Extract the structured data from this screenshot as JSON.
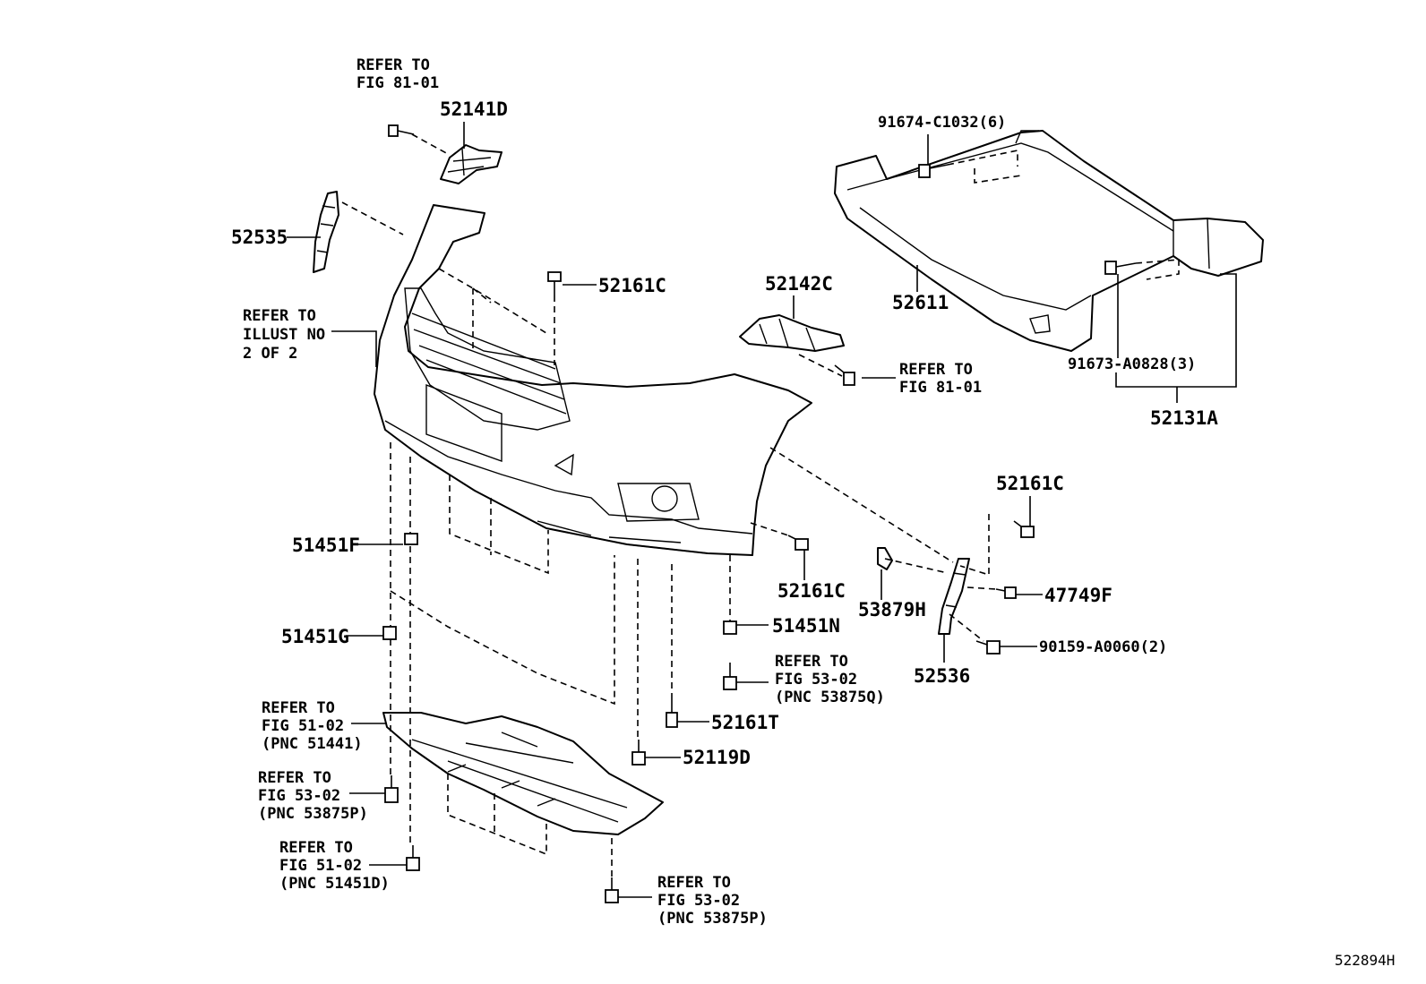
{
  "illustration_id": "522894H",
  "parts": {
    "p52141D": "52141D",
    "p52535": "52535",
    "p52161C_top": "52161C",
    "p52142C": "52142C",
    "p91674": "91674-C1032(6)",
    "p52611": "52611",
    "p91673": "91673-A0828(3)",
    "p52131A": "52131A",
    "p52161C_right": "52161C",
    "p52161C_mid": "52161C",
    "p47749F": "47749F",
    "p53879H": "53879H",
    "p90159": "90159-A0060(2)",
    "p52536": "52536",
    "p51451F": "51451F",
    "p51451G": "51451G",
    "p51451N": "51451N",
    "p52161T": "52161T",
    "p52119D": "52119D"
  },
  "refs": {
    "top": [
      "REFER TO",
      "FIG 81-01"
    ],
    "illust": [
      "REFER TO",
      "ILLUST NO",
      "2 OF 2"
    ],
    "mid": [
      "REFER TO",
      "FIG 81-01"
    ],
    "r5302q": [
      "REFER TO",
      "FIG 53-02",
      "(PNC 53875Q)"
    ],
    "r51441": [
      "REFER TO",
      "FIG 51-02",
      "(PNC 51441)"
    ],
    "r5302p_left": [
      "REFER TO",
      "FIG 53-02",
      "(PNC 53875P)"
    ],
    "r51451d": [
      "REFER TO",
      "FIG 51-02",
      "(PNC 51451D)"
    ],
    "r5302p_bottom": [
      "REFER TO",
      "FIG 53-02",
      "(PNC 53875P)"
    ]
  }
}
